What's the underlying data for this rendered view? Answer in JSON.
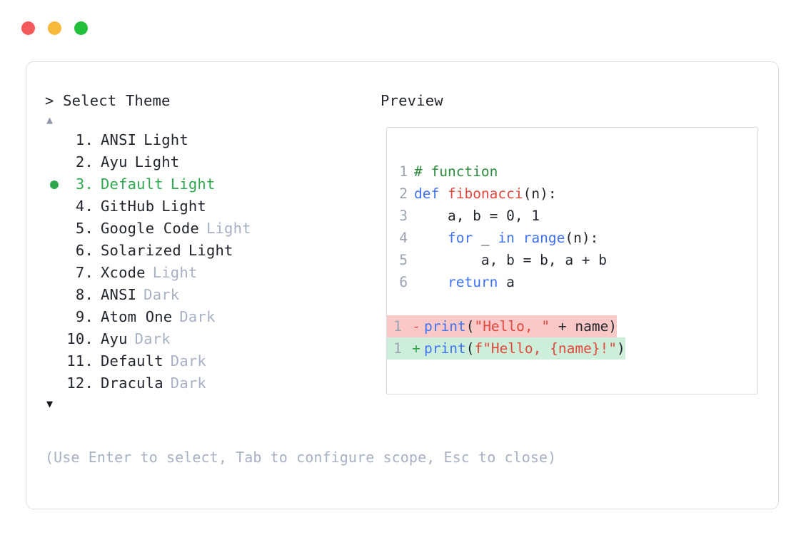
{
  "window": {
    "dots": [
      {
        "name": "close-dot",
        "color": "#f4595b"
      },
      {
        "name": "minimize-dot",
        "color": "#f6b93b"
      },
      {
        "name": "maximize-dot",
        "color": "#23c03c"
      }
    ]
  },
  "picker": {
    "prompt": "> Select Theme",
    "scroll_up": "▲",
    "scroll_down": "▼",
    "items": [
      {
        "num": "1.",
        "name": "ANSI",
        "variant": "Light",
        "variant_muted": false,
        "selected": false
      },
      {
        "num": "2.",
        "name": "Ayu",
        "variant": "Light",
        "variant_muted": false,
        "selected": false
      },
      {
        "num": "3.",
        "name": "Default",
        "variant": "Light",
        "variant_muted": false,
        "selected": true
      },
      {
        "num": "4.",
        "name": "GitHub",
        "variant": "Light",
        "variant_muted": false,
        "selected": false
      },
      {
        "num": "5.",
        "name": "Google Code",
        "variant": "Light",
        "variant_muted": true,
        "selected": false
      },
      {
        "num": "6.",
        "name": "Solarized",
        "variant": "Light",
        "variant_muted": false,
        "selected": false
      },
      {
        "num": "7.",
        "name": "Xcode",
        "variant": "Light",
        "variant_muted": true,
        "selected": false
      },
      {
        "num": "8.",
        "name": "ANSI",
        "variant": "Dark",
        "variant_muted": true,
        "selected": false
      },
      {
        "num": "9.",
        "name": "Atom One",
        "variant": "Dark",
        "variant_muted": true,
        "selected": false
      },
      {
        "num": "10.",
        "name": "Ayu",
        "variant": "Dark",
        "variant_muted": true,
        "selected": false
      },
      {
        "num": "11.",
        "name": "Default",
        "variant": "Dark",
        "variant_muted": true,
        "selected": false
      },
      {
        "num": "12.",
        "name": "Dracula",
        "variant": "Dark",
        "variant_muted": true,
        "selected": false
      }
    ],
    "selected_index": 3,
    "selected_label": "Default Light",
    "bullet_color": "#2fa84f",
    "hint": "(Use Enter to select, Tab to configure scope, Esc to close)"
  },
  "preview": {
    "title": "Preview",
    "code_lines": [
      {
        "num": "1",
        "tokens": [
          {
            "t": "# function",
            "c": "comment"
          }
        ]
      },
      {
        "num": "2",
        "tokens": [
          {
            "t": "def ",
            "c": "keyword"
          },
          {
            "t": "fibonacci",
            "c": "func"
          },
          {
            "t": "(n):",
            "c": "plain"
          }
        ]
      },
      {
        "num": "3",
        "tokens": [
          {
            "t": "    a, b = 0, 1",
            "c": "plain"
          }
        ]
      },
      {
        "num": "4",
        "tokens": [
          {
            "t": "    ",
            "c": "plain"
          },
          {
            "t": "for",
            "c": "keyword"
          },
          {
            "t": " _ ",
            "c": "plain"
          },
          {
            "t": "in",
            "c": "keyword"
          },
          {
            "t": " ",
            "c": "plain"
          },
          {
            "t": "range",
            "c": "keyword"
          },
          {
            "t": "(n):",
            "c": "plain"
          }
        ]
      },
      {
        "num": "5",
        "tokens": [
          {
            "t": "        a, b = b, a + b",
            "c": "plain"
          }
        ]
      },
      {
        "num": "6",
        "tokens": [
          {
            "t": "    ",
            "c": "plain"
          },
          {
            "t": "return",
            "c": "keyword"
          },
          {
            "t": " a",
            "c": "plain"
          }
        ]
      }
    ],
    "diff_lines": [
      {
        "num": "1",
        "marker": "-",
        "kind": "del",
        "tokens": [
          {
            "t": "print",
            "c": "keyword"
          },
          {
            "t": "(",
            "c": "plain"
          },
          {
            "t": "\"Hello, \"",
            "c": "string"
          },
          {
            "t": " + name)",
            "c": "plain"
          }
        ]
      },
      {
        "num": "1",
        "marker": "+",
        "kind": "add",
        "tokens": [
          {
            "t": "print",
            "c": "keyword"
          },
          {
            "t": "(",
            "c": "plain"
          },
          {
            "t": "f\"Hello, {name}!\"",
            "c": "string"
          },
          {
            "t": ")",
            "c": "plain"
          }
        ]
      }
    ],
    "colors": {
      "comment": "#2e8b3d",
      "keyword": "#3f72f2",
      "function": "#e0483e",
      "string": "#e0483e",
      "diff_del_bg": "#fbc8c8",
      "diff_add_bg": "#cdefd9"
    }
  }
}
